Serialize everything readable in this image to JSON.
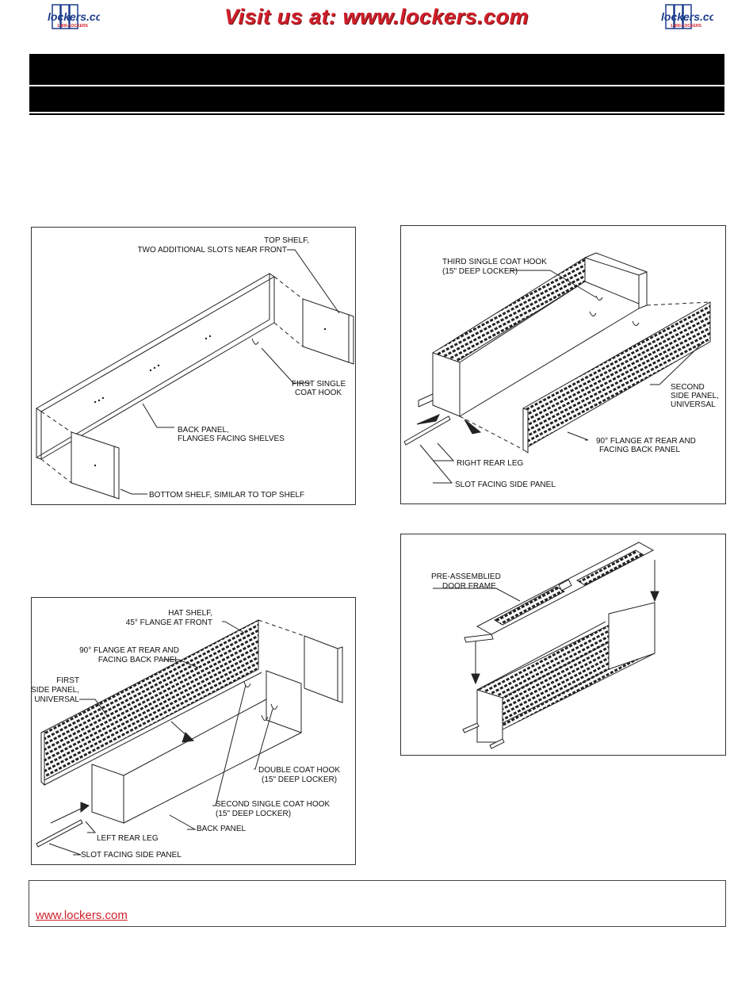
{
  "header": {
    "banner_text": "Visit us at: www.lockers.com",
    "logo_text": "lockers.com",
    "logo_subtext": "1-800-LOCKERS"
  },
  "figure1": {
    "labels": [
      "TOP SHELF,",
      "TWO ADDITIONAL SLOTS NEAR FRONT",
      "FIRST SINGLE",
      "COAT HOOK",
      "BACK PANEL,",
      "FLANGES FACING SHELVES",
      "BOTTOM SHELF, SIMILAR TO TOP SHELF"
    ]
  },
  "figure2": {
    "labels": [
      "THIRD SINGLE COAT HOOK",
      "(15\" DEEP LOCKER)",
      "SECOND",
      "SIDE PANEL,",
      "UNIVERSAL",
      "90° FLANGE AT REAR AND",
      "FACING BACK PANEL",
      "RIGHT REAR LEG",
      "SLOT FACING SIDE PANEL"
    ]
  },
  "figure3": {
    "labels": [
      "PRE-ASSEMBLIED",
      "DOOR FRAME"
    ]
  },
  "figure4": {
    "labels": [
      "HAT SHELF,",
      "45° FLANGE AT FRONT",
      "90° FLANGE AT REAR AND",
      "FACING BACK PANEL",
      "FIRST",
      "SIDE PANEL,",
      "UNIVERSAL",
      "DOUBLE COAT HOOK",
      "(15\" DEEP LOCKER)",
      "SECOND SINGLE COAT HOOK",
      "(15\" DEEP LOCKER)",
      "BACK PANEL",
      "LEFT REAR LEG",
      "SLOT FACING SIDE PANEL"
    ]
  },
  "footer": {
    "link_text": "www.lockers.com"
  }
}
